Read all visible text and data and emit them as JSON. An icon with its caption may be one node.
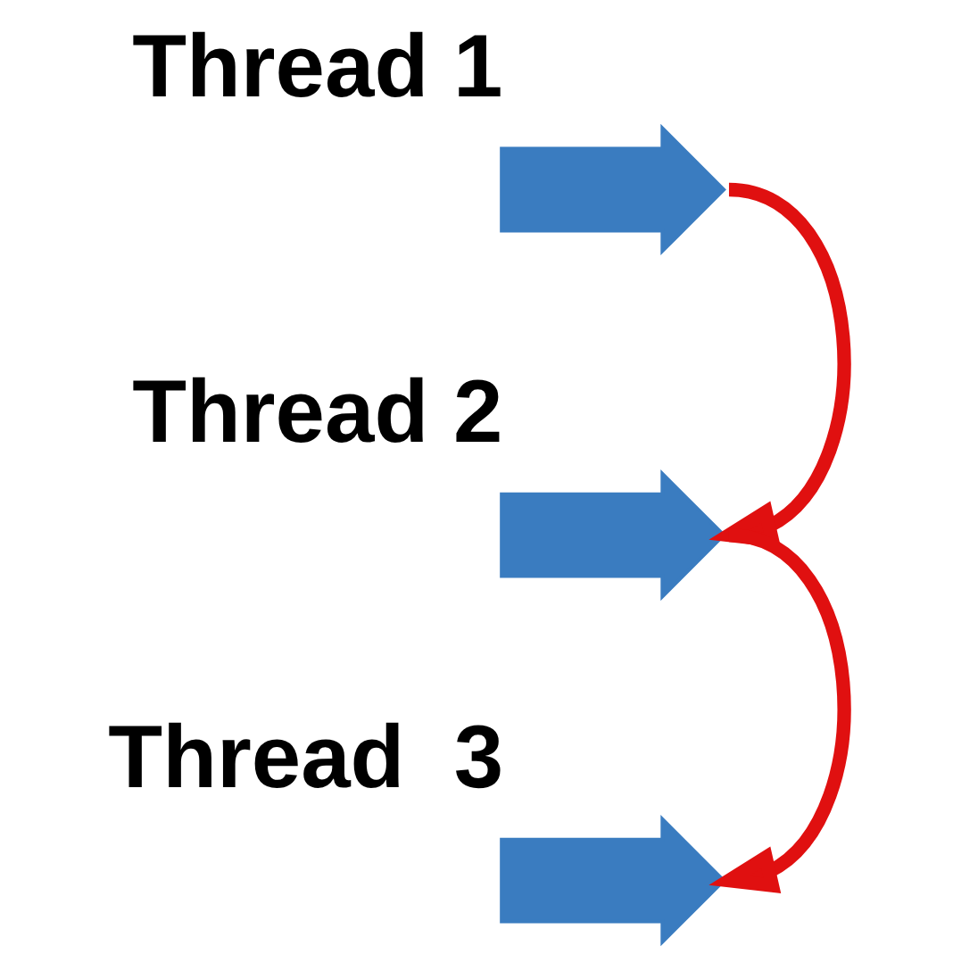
{
  "diagram": {
    "nodes": [
      {
        "text": [],
        "shape": "arrow",
        "beside": [
          "Thread 1"
        ]
      },
      {
        "text": [],
        "shape": "arrow",
        "beside": [
          "Thread 2"
        ]
      },
      {
        "text": [],
        "shape": "arrow",
        "beside": [
          "Thread  3"
        ]
      }
    ],
    "edges": [
      {
        "from": 0,
        "to": 1,
        "arrow": "to"
      },
      {
        "from": 1,
        "to": 2,
        "arrow": "to"
      }
    ]
  }
}
